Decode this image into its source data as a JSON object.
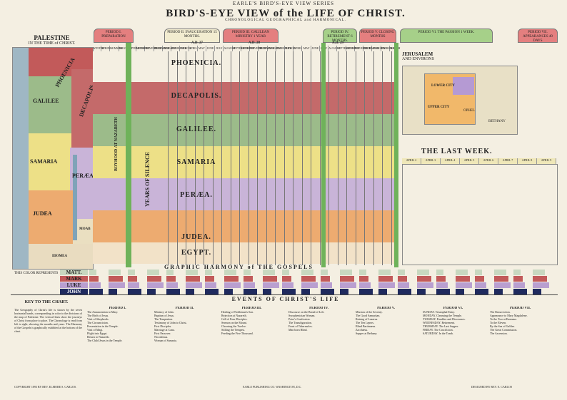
{
  "series_title": "EARLE'S BIRD'S-EYE VIEW SERIES",
  "main_title": "BIRD'S-EYE VIEW of the LIFE OF CHRIST.",
  "subtitle": "CHRONOLOGICAL GEOGRAPHICAL and HARMONICAL.",
  "map": {
    "title": "PALESTINE",
    "subtitle": "IN THE TIME of CHRIST.",
    "regions": [
      "PHOENICIA",
      "GALILEE",
      "DECAPOLIS",
      "SAMARIA",
      "PERÆA",
      "JUDEA",
      "IDOMEA",
      "MOAB"
    ]
  },
  "periods": [
    {
      "label": "PERIOD I. PREPARATION"
    },
    {
      "label": "PERIOD II. INAUGURATION 15 MONTHS."
    },
    {
      "label": "PERIOD III. GALILEAN MINISTRY 1 YEAR"
    },
    {
      "label": "PERIOD IV. RETIREMENT 6 MONTHS."
    },
    {
      "label": "PERIOD V. CLOSING MONTHS"
    },
    {
      "label": "PERIOD VI. THE PASSION 1 WEEK."
    },
    {
      "label": "PERIOD VII. APPEARANCES 40 DAYS"
    }
  ],
  "years": [
    "A.D. 27",
    "A.D. 28",
    "A.D. 29"
  ],
  "months": [
    "WINTER",
    "SPRING",
    "SUMMER",
    "AUGUST",
    "SEPTEMBER",
    "OCTOBER",
    "NOVEMBER",
    "DECEMBER",
    "JANUARY",
    "FEBRUARY",
    "MARCH",
    "APRIL",
    "MAY",
    "JUNE",
    "JULY",
    "AUGUST",
    "SEPTEMBER",
    "OCTOBER",
    "NOVEMBER",
    "DECEMBER",
    "JANUARY",
    "FEBRUARY",
    "MARCH",
    "APRIL",
    "MAY",
    "JUNE",
    "JULY",
    "AUGUST",
    "SEPTEMBER",
    "OCTOBER",
    "NOVEMBER",
    "DECEMBER",
    "JANUARY",
    "FEBRUARY",
    "MARCH"
  ],
  "bands": [
    {
      "name": "PHOENICIA.",
      "color": "#f4efe2"
    },
    {
      "name": "DECAPOLIS.",
      "color": "#c46a6a"
    },
    {
      "name": "GALILEE.",
      "color": "#9cbb8a"
    },
    {
      "name": "SAMARIA",
      "color": "#ede087"
    },
    {
      "name": "PERÆA.",
      "color": "#c9b4d8"
    },
    {
      "name": "JUDEA.",
      "color": "#edab70"
    },
    {
      "name": "EGYPT.",
      "color": "#f2e2c8"
    }
  ],
  "vertical_labels": [
    "BOYHOOD AT NAZARETH",
    "YEARS OF SILENCE"
  ],
  "jerusalem": {
    "title": "JERUSALEM",
    "subtitle": "AND ENVIRONS",
    "places": [
      "LOWER CITY",
      "UPPER CITY",
      "OPHEL",
      "BETHANY"
    ]
  },
  "last_week": {
    "title": "THE LAST WEEK.",
    "days": [
      "APRIL 2",
      "APRIL 3",
      "APRIL 4",
      "APRIL 5",
      "APRIL 6",
      "APRIL 7",
      "APRIL 8",
      "APRIL 9"
    ]
  },
  "gospels_title": "GRAPHIC HARMONY of THE GOSPELS",
  "key_label": "THIS COLOR REPRESENTS",
  "gospels": [
    {
      "name": "MATT.",
      "color": "#c8d8c0"
    },
    {
      "name": "MARK",
      "color": "#c25a5a"
    },
    {
      "name": "LUKE",
      "color": "#b99fd0"
    },
    {
      "name": "JOHN",
      "color": "#1f2a5e"
    }
  ],
  "events_title": "EVENTS OF CHRIST'S LIFE",
  "key_title": "KEY TO THE CHART.",
  "key_text": "The Geography of Christ's life is shown by the seven horizontal bands, corresponding in color to the divisions of the map of Palestine. The vertical lines show the journeys of Christ from place to place. The Chronology is read from left to right, showing the months and years. The Harmony of the Gospels is graphically exhibited at the bottom of the chart.",
  "events_columns": [
    {
      "heading": "PERIOD I.",
      "items": [
        "The Annunciation to Mary.",
        "The Birth of Jesus.",
        "Visit of Shepherds.",
        "The Circumcision.",
        "Presentation in the Temple.",
        "Visit of Magi.",
        "Flight into Egypt.",
        "Return to Nazareth.",
        "The Child Jesus in the Temple."
      ]
    },
    {
      "heading": "PERIOD II.",
      "items": [
        "Ministry of John.",
        "Baptism of Jesus.",
        "The Temptation.",
        "Testimony of John to Christ.",
        "First Disciples.",
        "Marriage at Cana.",
        "First Passover.",
        "Nicodemus.",
        "Woman of Samaria."
      ]
    },
    {
      "heading": "PERIOD III.",
      "items": [
        "Healing of Nobleman's Son.",
        "Rejection at Nazareth.",
        "Call of Four Disciples.",
        "Sermon on the Mount.",
        "Choosing the Twelve.",
        "Stilling the Tempest.",
        "Feeding the Five Thousand."
      ]
    },
    {
      "heading": "PERIOD IV.",
      "items": [
        "Discourse on the Bread of Life.",
        "Syrophenician Woman.",
        "Peter's Confession.",
        "The Transfiguration.",
        "Feast of Tabernacles.",
        "Man born Blind."
      ]
    },
    {
      "heading": "PERIOD V.",
      "items": [
        "Mission of the Seventy.",
        "The Good Samaritan.",
        "Raising of Lazarus.",
        "The Ten Lepers.",
        "Blind Bartimæus.",
        "Zacchæus.",
        "Supper at Bethany."
      ]
    },
    {
      "heading": "PERIOD VI.",
      "items": [
        "SUNDAY. Triumphal Entry.",
        "MONDAY. Cleansing the Temple.",
        "TUESDAY. Parables and Discourses.",
        "WEDNESDAY. Retirement.",
        "THURSDAY. The Last Supper.",
        "FRIDAY. The Crucifixion.",
        "SATURDAY. In the Tomb."
      ]
    },
    {
      "heading": "PERIOD VII.",
      "items": [
        "The Resurrection.",
        "Appearance to Mary Magdalene.",
        "To the Two at Emmaus.",
        "To the Eleven.",
        "By the Sea of Galilee.",
        "The Great Commission.",
        "The Ascension."
      ]
    }
  ],
  "footer": {
    "left": "COPYRIGHT 1893 BY REV. ELMORE S. CARLOS.",
    "center": "EARLE PUBLISHING CO. WASHINGTON, D.C.",
    "right": "DESIGNED BY REV. E. CARLOS"
  }
}
